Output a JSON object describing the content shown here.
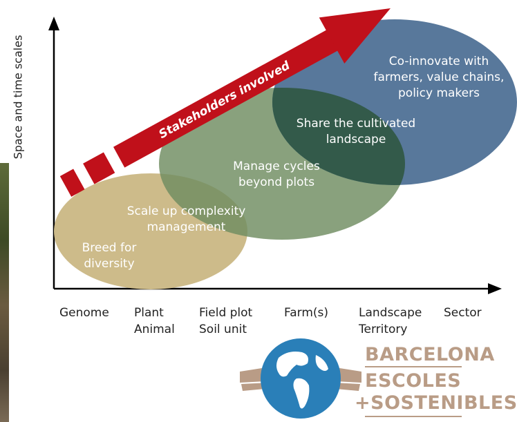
{
  "diagram": {
    "y_axis_label": "Space and time scales",
    "arrow_label": "Stakeholders involved",
    "stages": [
      {
        "lines": [
          "Breed for",
          "diversity"
        ],
        "color": "#cdbb8a"
      },
      {
        "lines": [
          "Scale up complexity",
          "management"
        ],
        "color": "#cdbb8a"
      },
      {
        "lines": [
          "Manage cycles",
          "beyond plots"
        ],
        "color": "#6f8c60"
      },
      {
        "lines": [
          "Share the cultivated",
          "landscape"
        ],
        "color": "#335a4a"
      },
      {
        "lines": [
          "Co-innovate with",
          "farmers, value chains,",
          "policy makers"
        ],
        "color": "#4f7196"
      }
    ],
    "x_ticks": [
      {
        "lines": [
          "Genome"
        ]
      },
      {
        "lines": [
          "Plant",
          "Animal"
        ]
      },
      {
        "lines": [
          "Field plot",
          "Soil unit"
        ]
      },
      {
        "lines": [
          "Farm(s)"
        ]
      },
      {
        "lines": [
          "Landscape",
          "Territory"
        ]
      },
      {
        "lines": [
          "Sector"
        ]
      }
    ],
    "arrow_color": "#c0101a"
  },
  "logo": {
    "line1": "BARCELONA",
    "line2": "ESCOLES",
    "line3": "+SOSTENIBLES",
    "icon": "globe-with-hands-icon",
    "colors": {
      "globe": "#2a7fb8",
      "hands": "#b99c86"
    }
  }
}
